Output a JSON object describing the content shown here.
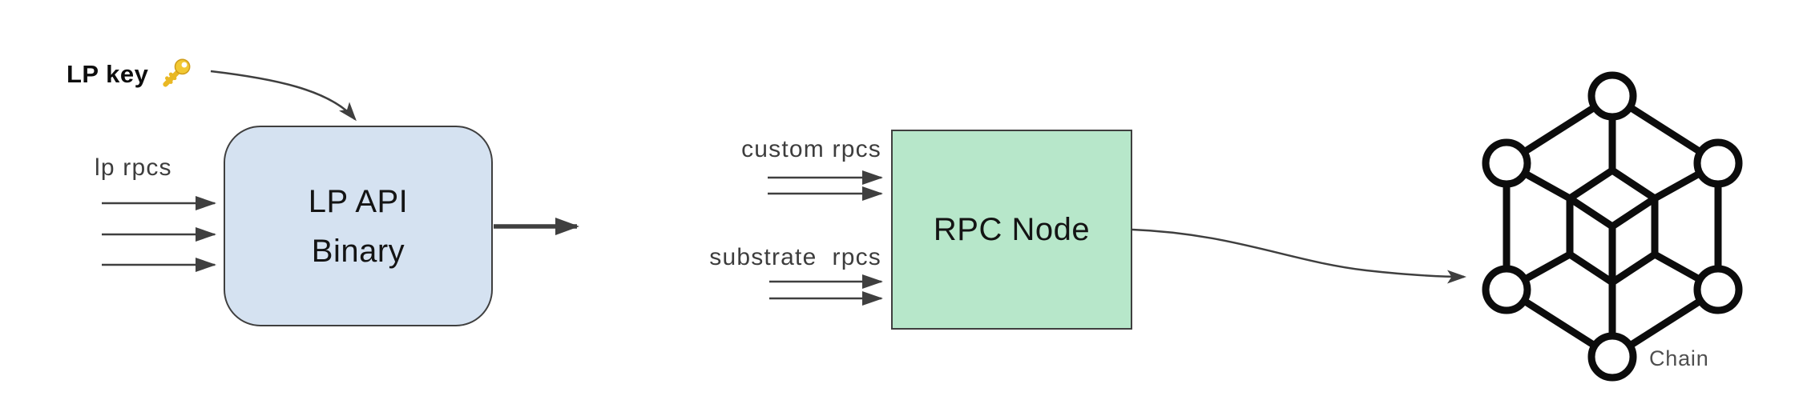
{
  "diagram": {
    "lp_key_label": "LP key",
    "lp_rpcs_label": "lp rpcs",
    "lp_api_box": {
      "line1": "LP API",
      "line2": "Binary"
    },
    "custom_rpcs_label": "custom rpcs",
    "substrate_rpcs_label": "substrate  rpcs",
    "rpc_node_label": "RPC Node",
    "chain_label": "Chain"
  },
  "icons": {
    "key_icon": "gold-key",
    "chain_icon": "blockchain-cube-network"
  },
  "colors": {
    "lp_api_box_fill": "#d5e2f1",
    "rpc_node_box_fill": "#b7e7ca",
    "box_border": "#3f3f3f",
    "arrow_stroke": "#3f3f3f",
    "label_text": "#3d3d3d",
    "chain_label_text": "#4f4f4f",
    "key_gold": "#f2c832",
    "chain_icon_color": "#0c0c0c"
  }
}
